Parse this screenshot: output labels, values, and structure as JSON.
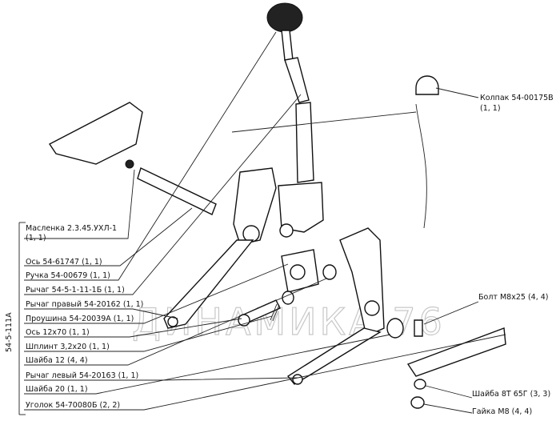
{
  "watermark": "ДИНАМИКА 76",
  "side_code": "54-5-111A",
  "labels_left": [
    {
      "name": "Масленка 2.3.45.УХЛ-1",
      "qty": "(1, 1)"
    },
    {
      "name": "Ось 54-61747",
      "qty": "(1, 1)"
    },
    {
      "name": "Ручка 54-00679",
      "qty": "(1, 1)"
    },
    {
      "name": "Рычаг 54-5-1-11-1Б",
      "qty": "(1, 1)"
    },
    {
      "name": "Рычаг правый 54-20162",
      "qty": "(1, 1)"
    },
    {
      "name": "Проушина 54-20039А",
      "qty": "(1, 1)"
    },
    {
      "name": "Ось 12х70",
      "qty": "(1, 1)"
    },
    {
      "name": "Шплинт 3,2х20",
      "qty": "(1, 1)"
    },
    {
      "name": "Шайба 12",
      "qty": "(4, 4)"
    },
    {
      "name": "Рычаг левый 54-20163",
      "qty": "(1, 1)"
    },
    {
      "name": "Шайба 20",
      "qty": "(1, 1)"
    },
    {
      "name": "Уголок 54-70080Б",
      "qty": "(2, 2)"
    }
  ],
  "labels_right": [
    {
      "name": "Колпак 54-00175В",
      "qty": "(1, 1)"
    },
    {
      "name": "Болт М8х25",
      "qty": "(4, 4)"
    },
    {
      "name": "Шайба 8Т 65Г",
      "qty": "(3, 3)"
    },
    {
      "name": "Гайка М8",
      "qty": "(4, 4)"
    }
  ]
}
